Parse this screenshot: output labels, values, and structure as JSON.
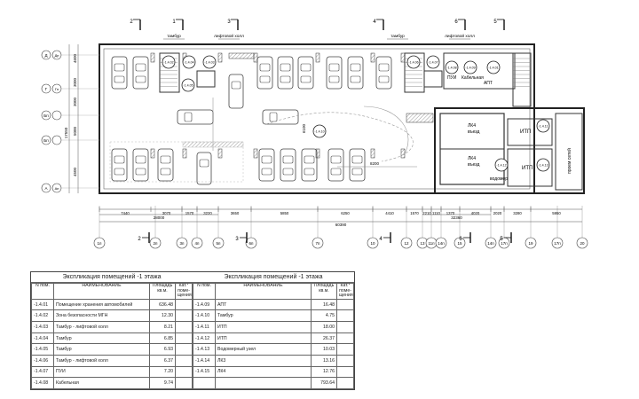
{
  "plan": {
    "section_marks_top": [
      "2",
      "1",
      "3",
      "4",
      "6",
      "5"
    ],
    "section_marks_bottom": [
      "2",
      "3",
      "4",
      "6",
      "5"
    ],
    "top_labels": [
      "тамбур",
      "лифтовой холл",
      "тамбур",
      "лифтовой холл"
    ],
    "row_axes": [
      {
        "a": "Д",
        "b": "Дп"
      },
      {
        "a": "Г",
        "b": "Гп"
      },
      {
        "a": "Бп",
        "b": ""
      },
      {
        "a": "Бп",
        "b": ""
      },
      {
        "a": "А",
        "b": "Ап"
      }
    ],
    "row_dims": [
      "4600",
      "3000",
      "3000",
      "5000",
      "4500"
    ],
    "row_total": "17550",
    "col_dims": [
      "7440",
      "3070",
      "1570",
      "3220",
      "3650",
      "5850",
      "6250",
      "4410",
      "1570",
      "2210",
      "1110",
      "1370",
      "4020",
      "2020",
      "3280",
      "5950"
    ],
    "sub_total_1": "28000",
    "sub_total_2": "32360",
    "overall_total": "60390",
    "col_axes": [
      "1п",
      "2п",
      "3п",
      "4п",
      "5п",
      "6п",
      "7п",
      "10",
      "12",
      "13",
      "11п",
      "14п",
      "15",
      "14п",
      "17п",
      "19",
      "17п",
      "20"
    ],
    "room_tags": [
      "-1.4.02",
      "-1.4.04",
      "-1.4.03",
      "-1.4.05",
      "-1.4.06",
      "-1.4.07",
      "-1.4.08",
      "-1.4.09",
      "-1.4.01",
      "-1.4.10",
      "-1.4.11",
      "-1.4.12",
      "-1.4.13"
    ],
    "room_texts": {
      "pui": "ПУИ",
      "kabelnaya": "Кабельная",
      "apt": "АПТ",
      "ramp1_a": "ЛК4",
      "ramp1_b": "въезд",
      "ramp2_a": "ЛК4",
      "ramp2_b": "въезд",
      "itp1": "ИТП",
      "itp2": "ИТП",
      "vodomer": "водомер",
      "proem": "проем сетей"
    },
    "dims_inner": [
      "6100",
      "8200"
    ]
  },
  "tables": {
    "title_left": "Экспликация помещений -1 этажа",
    "title_right": "Экспликация помещений -1 этажа",
    "headers": {
      "n": "N пом.",
      "name": "НАИМЕНОВАНИЕ",
      "area": "Площадь кв.м.",
      "cat": "Кат.* поме-щения"
    },
    "left_rows": [
      {
        "n": "-1.4.01",
        "name": "Помещение хранения автомобилей",
        "area": "636.48",
        "cat": ""
      },
      {
        "n": "-1.4.02",
        "name": "Зона безопасности МГН",
        "area": "12.30",
        "cat": ""
      },
      {
        "n": "-1.4.03",
        "name": "Тамбур - лифтовой холл",
        "area": "8.21",
        "cat": ""
      },
      {
        "n": "-1.4.04",
        "name": "Тамбур",
        "area": "6.85",
        "cat": ""
      },
      {
        "n": "-1.4.05",
        "name": "Тамбур",
        "area": "6.93",
        "cat": ""
      },
      {
        "n": "-1.4.06",
        "name": "Тамбур - лифтовой холл",
        "area": "6.37",
        "cat": ""
      },
      {
        "n": "-1.4.07",
        "name": "ПУИ",
        "area": "7.20",
        "cat": ""
      },
      {
        "n": "-1.4.08",
        "name": "Кабельная",
        "area": "9.74",
        "cat": ""
      }
    ],
    "right_rows": [
      {
        "n": "-1.4.09",
        "name": "АПТ",
        "area": "16.48",
        "cat": ""
      },
      {
        "n": "-1.4.10",
        "name": "Тамбур",
        "area": "4.75",
        "cat": ""
      },
      {
        "n": "-1.4.11",
        "name": "ИТП",
        "area": "18.00",
        "cat": ""
      },
      {
        "n": "-1.4.12",
        "name": "ИТП",
        "area": "26.37",
        "cat": ""
      },
      {
        "n": "-1.4.13",
        "name": "Водомерный узел",
        "area": "10.03",
        "cat": ""
      },
      {
        "n": "-1.4.14",
        "name": "ЛК3",
        "area": "13.16",
        "cat": ""
      },
      {
        "n": "-1.4.15",
        "name": "ЛК4",
        "area": "12.76",
        "cat": ""
      },
      {
        "n": "",
        "name": "",
        "area": "793.64",
        "cat": ""
      }
    ]
  }
}
